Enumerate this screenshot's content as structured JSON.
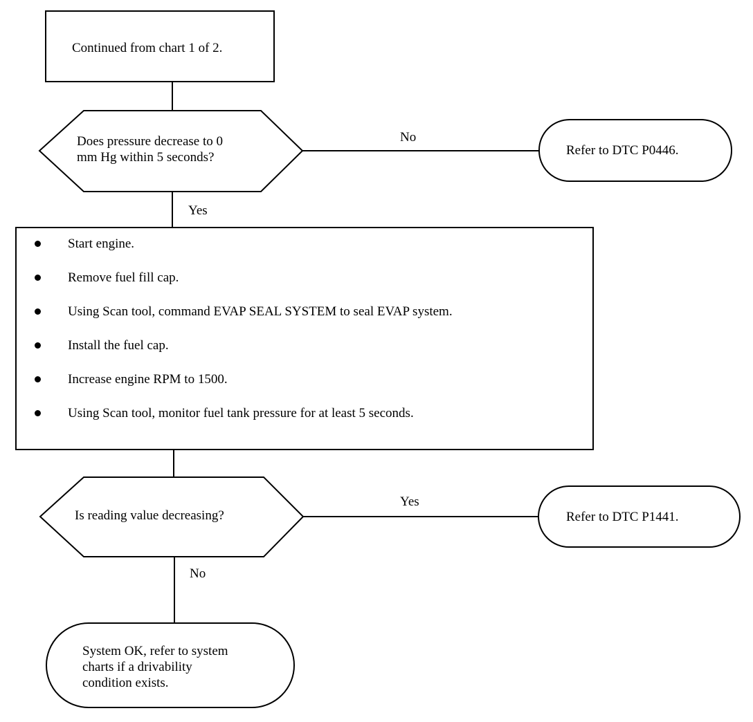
{
  "start": {
    "text": "Continued from chart 1 of 2."
  },
  "decision1": {
    "question_line1": "Does pressure decrease to 0",
    "question_line2": "mm Hg within 5 seconds?",
    "no_label": "No",
    "yes_label": "Yes"
  },
  "terminal_p0446": {
    "text": "Refer to DTC P0446."
  },
  "steps": [
    "Start engine.",
    "Remove fuel fill cap.",
    "Using Scan tool, command EVAP SEAL SYSTEM to seal EVAP system.",
    "Install the fuel cap.",
    "Increase engine RPM to 1500.",
    "Using  Scan tool, monitor fuel tank pressure for at least 5 seconds."
  ],
  "decision2": {
    "question": "Is reading value decreasing?",
    "yes_label": "Yes",
    "no_label": "No"
  },
  "terminal_p1441": {
    "text": "Refer to DTC P1441."
  },
  "terminal_ok": {
    "line1": "System OK, refer to system",
    "line2": "charts if  a drivability",
    "line3": "condition exists."
  }
}
